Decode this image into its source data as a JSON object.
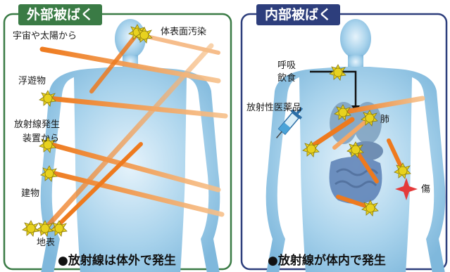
{
  "panels": {
    "external": {
      "title": "外部被ばく",
      "caption": "●放射線は体外で発生",
      "labels": {
        "space": "宇宙や太陽から",
        "surface_contamination": "体表面汚染",
        "floating": "浮遊物",
        "generator_line1": "放射線発生",
        "generator_line2": "装置から",
        "building": "建物",
        "ground": "地表"
      }
    },
    "internal": {
      "title": "内部被ばく",
      "caption": "●放射線が体内で発生",
      "labels": {
        "breath": "呼吸",
        "food": "飲食",
        "radiopharma": "放射性医薬品",
        "lung": "肺",
        "wound": "傷"
      }
    }
  },
  "colors": {
    "external_frame": "#3a7b45",
    "internal_frame": "#2d3e7c",
    "body": "#9cc9e6",
    "ray": "#f0862a",
    "source": "#e8d21e"
  }
}
